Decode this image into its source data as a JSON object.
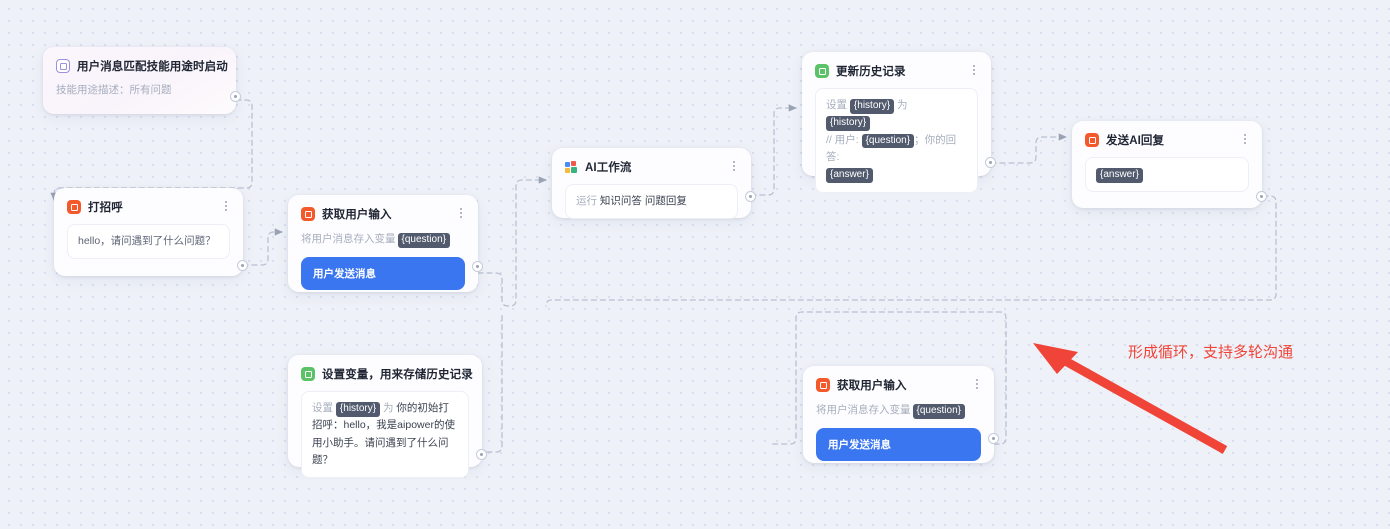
{
  "canvas": {
    "background_color": "#eef1f8",
    "dot_color": "#d5dcec"
  },
  "annotation": {
    "text": "形成循环，支持多轮沟通",
    "color": "#f04438",
    "arrow_name": "red-annotation-arrow"
  },
  "nodes": {
    "trigger": {
      "title": "用户消息匹配技能用途时启动",
      "icon": "document-outline-icon",
      "icon_color": "#9f8fe0",
      "subtitle": "技能用途描述：所有问题"
    },
    "greeting": {
      "title": "打招呼",
      "icon": "message-square-icon",
      "icon_color": "#f4592c",
      "message": "hello，请问遇到了什么问题？"
    },
    "get_input_1": {
      "title": "获取用户输入",
      "icon": "input-icon",
      "icon_color": "#f4592c",
      "hint_prefix": "将用户消息存入变量",
      "hint_var": "{question}",
      "button_label": "用户发送消息"
    },
    "set_variable": {
      "title": "设置变量，用来存储历史记录",
      "icon": "variable-icon",
      "icon_color": "#5cc268",
      "line_prefix": "设置",
      "line_var": "{history}",
      "line_mid": "为",
      "line_value": "你的初始打招呼：hello，我是aipower的使用小助手。请问遇到了什么问题？"
    },
    "ai_workflow": {
      "title": "AI工作流",
      "icon": "ai-workflow-icon",
      "run_prefix": "运行",
      "run_name": "知识问答 问题回复"
    },
    "update_history": {
      "title": "更新历史记录",
      "icon": "variable-icon",
      "icon_color": "#5cc268",
      "line1_prefix": "设置",
      "line1_var": "{history}",
      "line1_suffix": "为",
      "line2_var": "{history}",
      "line3_prefix": "// 用户:",
      "line3_var": "{question}",
      "line3_suffix": "；你的回答:",
      "line4_var": "{answer}"
    },
    "send_reply": {
      "title": "发送AI回复",
      "icon": "message-square-icon",
      "icon_color": "#f4592c",
      "content_var": "{answer}"
    },
    "get_input_2": {
      "title": "获取用户输入",
      "icon": "input-icon",
      "icon_color": "#f4592c",
      "hint_prefix": "将用户消息存入变量",
      "hint_var": "{question}",
      "button_label": "用户发送消息"
    }
  }
}
